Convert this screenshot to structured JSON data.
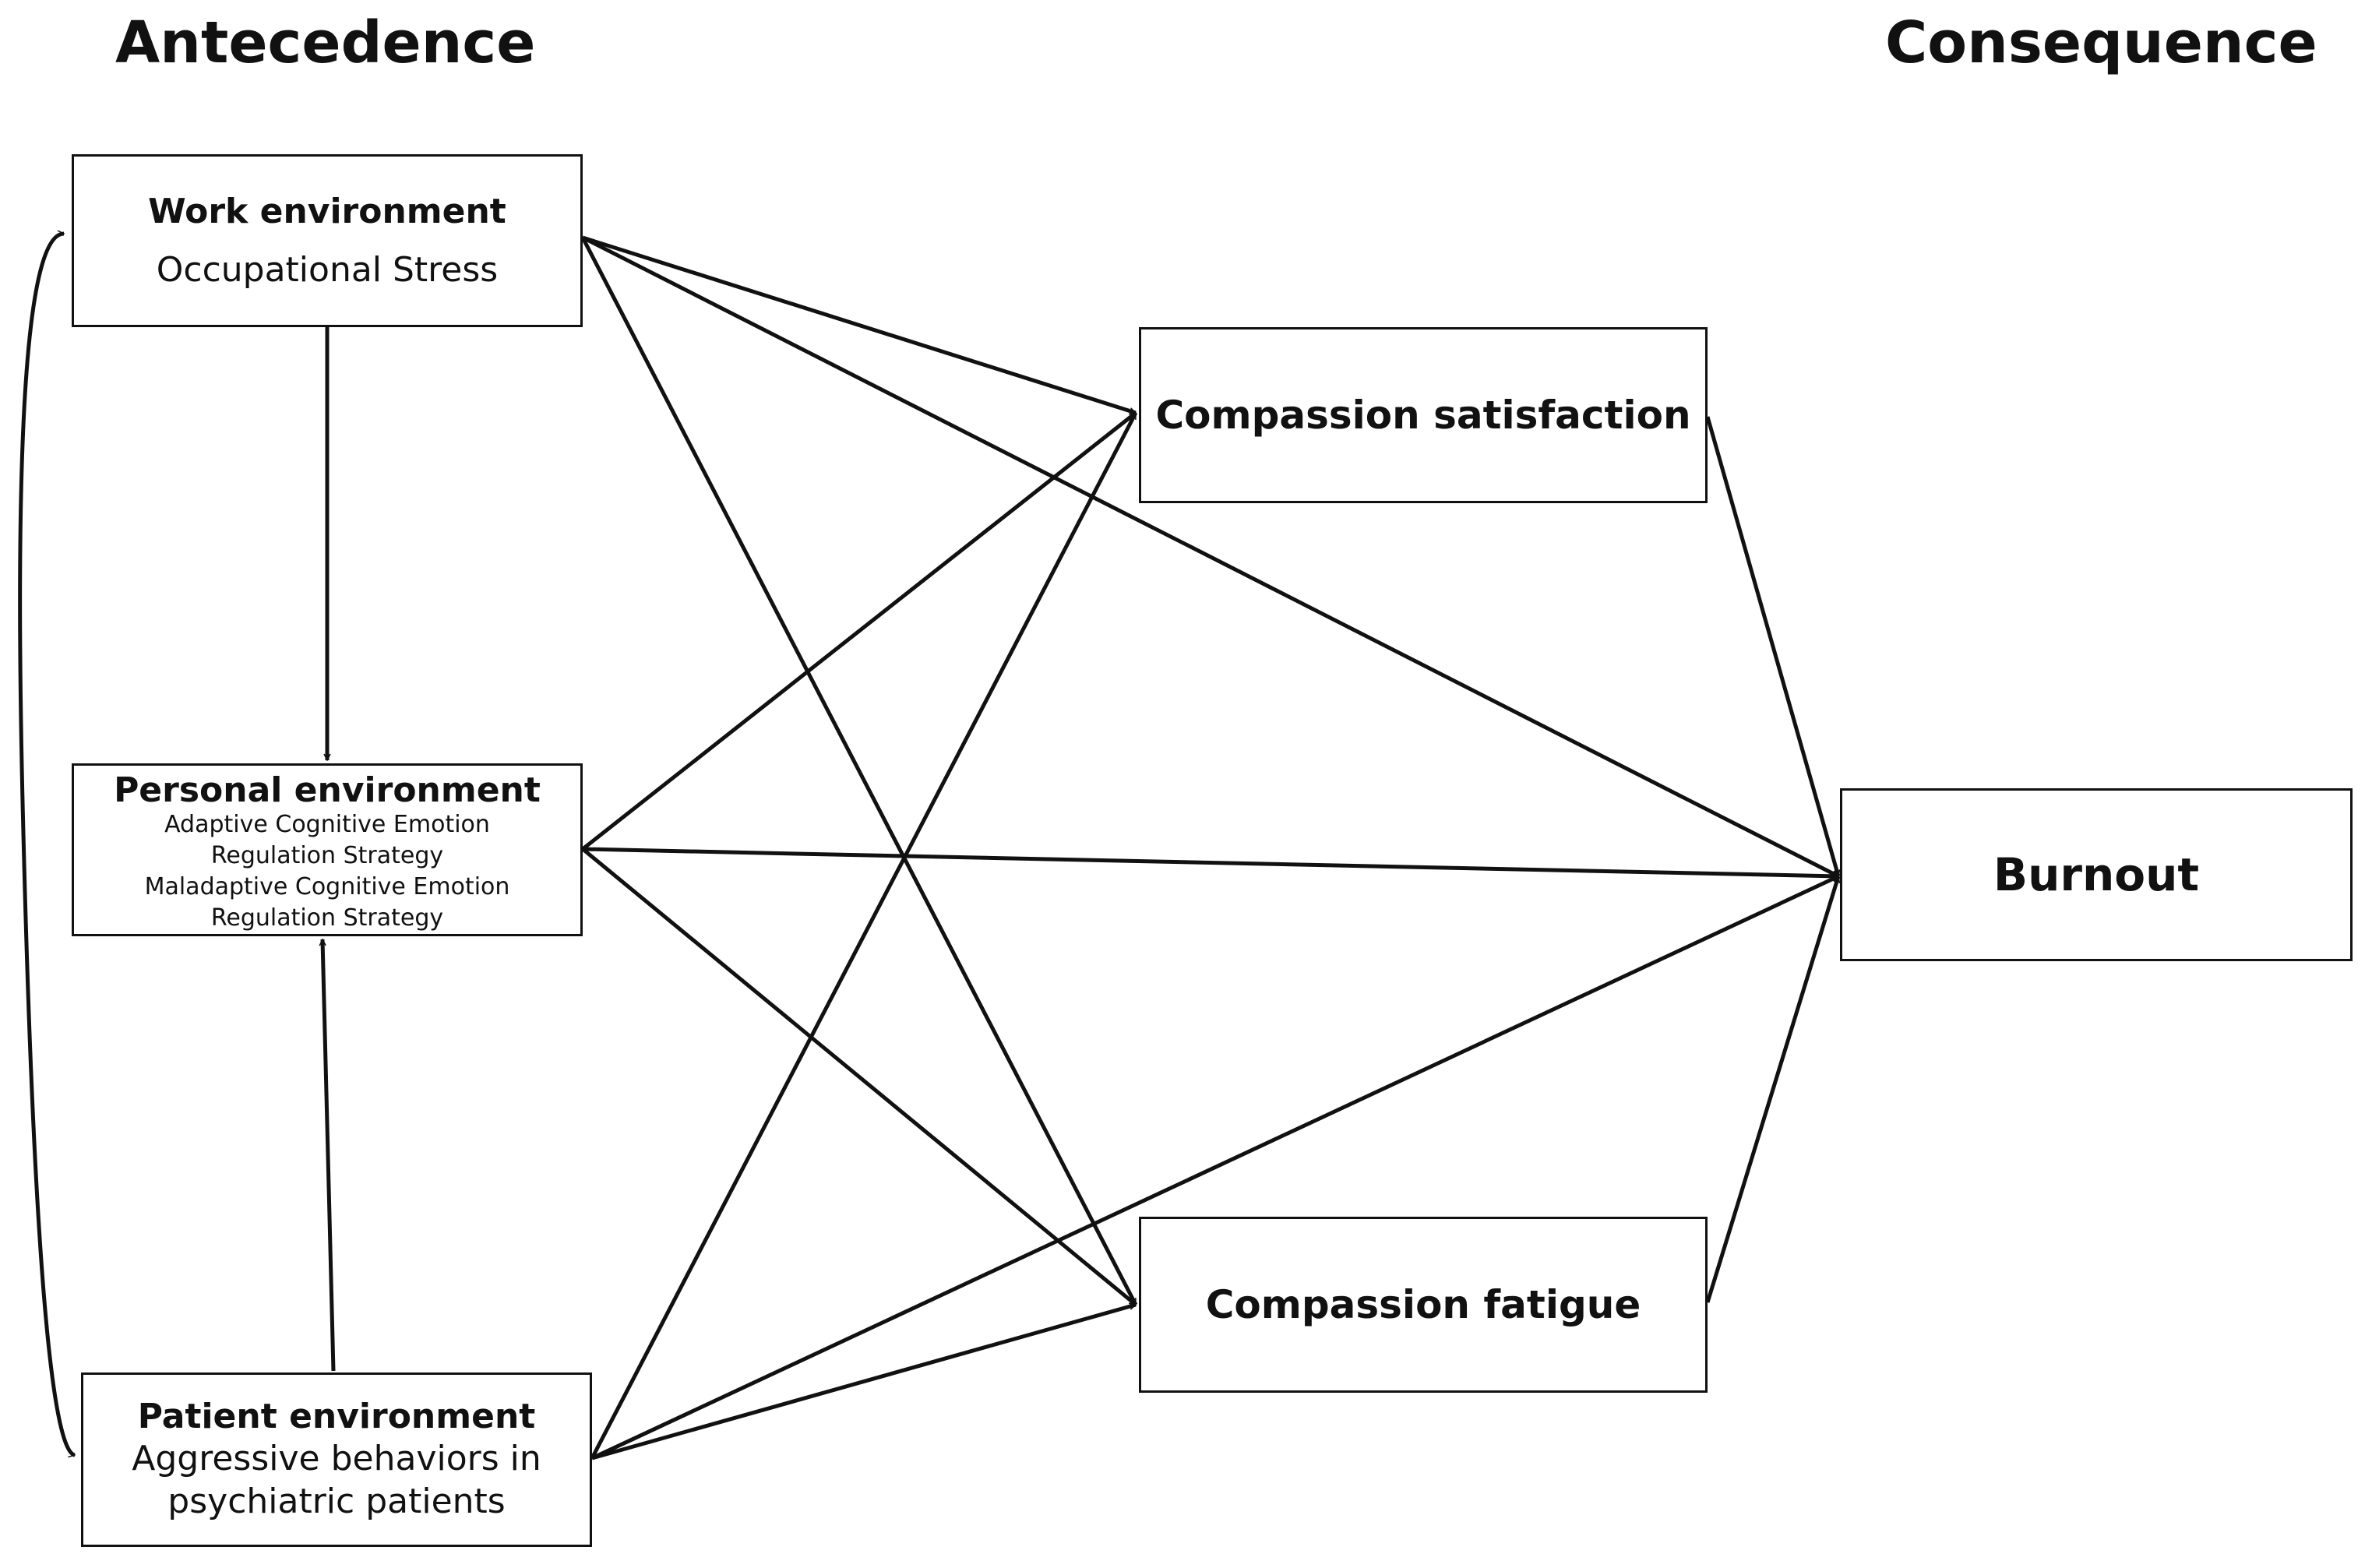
{
  "headings": {
    "left": "Antecedence",
    "right": "Consequence"
  },
  "nodes": {
    "work": {
      "title": "Work environment",
      "sub": "Occupational Stress"
    },
    "personal": {
      "title": "Personal environment",
      "lines": [
        "Adaptive Cognitive Emotion",
        "Regulation Strategy",
        "Maladaptive Cognitive Emotion",
        "Regulation Strategy"
      ]
    },
    "patient": {
      "title": "Patient environment",
      "lines": [
        "Aggressive behaviors in",
        "psychiatric patients"
      ]
    },
    "cs": {
      "title": "Compassion satisfaction"
    },
    "cf": {
      "title": "Compassion fatigue"
    },
    "burnout": {
      "title": "Burnout"
    }
  },
  "edges": [
    {
      "from": "work",
      "to": "personal"
    },
    {
      "from": "patient",
      "to": "personal"
    },
    {
      "from": "work",
      "to": "patient",
      "bidirectional": true
    },
    {
      "from": "work",
      "to": "cs"
    },
    {
      "from": "work",
      "to": "cf"
    },
    {
      "from": "work",
      "to": "burnout"
    },
    {
      "from": "personal",
      "to": "cs"
    },
    {
      "from": "personal",
      "to": "cf"
    },
    {
      "from": "personal",
      "to": "burnout"
    },
    {
      "from": "patient",
      "to": "cs"
    },
    {
      "from": "patient",
      "to": "cf"
    },
    {
      "from": "patient",
      "to": "burnout"
    },
    {
      "from": "cs",
      "to": "burnout"
    },
    {
      "from": "cf",
      "to": "burnout"
    }
  ]
}
